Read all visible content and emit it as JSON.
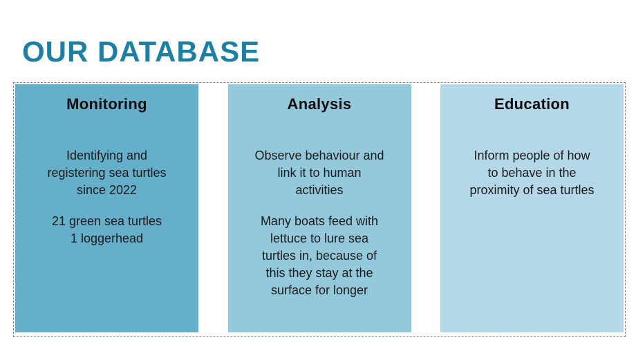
{
  "slide": {
    "title": "OUR DATABASE",
    "accent_color": "#1b80a4",
    "frame_border_color": "#7f7f7f"
  },
  "columns": [
    {
      "heading": "Monitoring",
      "bg_color": "#66afcb",
      "paragraphs": {
        "p1": "Identifying and\nregistering sea turtles\nsince 2022",
        "p2": "21 green sea turtles\n1 loggerhead"
      }
    },
    {
      "heading": "Analysis",
      "bg_color": "#94c9dc",
      "paragraphs": {
        "p1": "Observe behaviour and\nlink it to human\nactivities",
        "p2": "Many boats feed with\nlettuce to lure sea\nturtles in, because of\nthis they stay at the\nsurface for longer"
      }
    },
    {
      "heading": "Education",
      "bg_color": "#b5d8e8",
      "paragraphs": {
        "p1": "Inform people of how\nto behave in the\nproximity of sea turtles"
      }
    }
  ]
}
